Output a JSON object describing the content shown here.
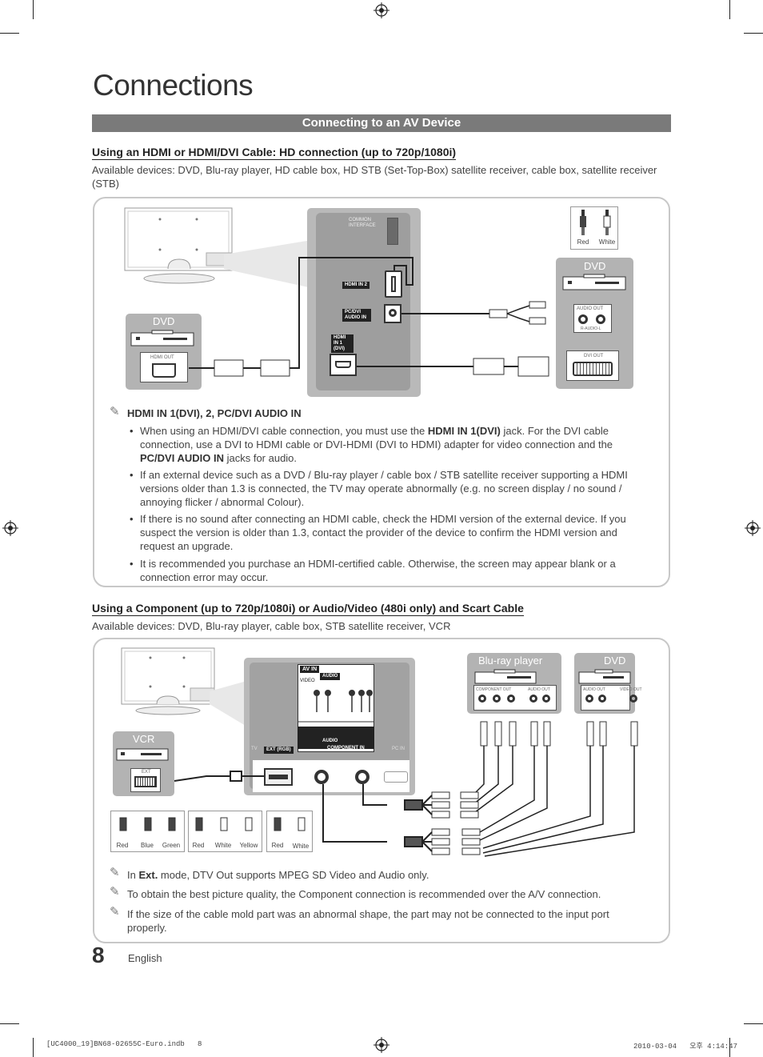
{
  "page": {
    "title": "Connections",
    "section_bar": "Connecting to an AV Device",
    "page_number": "8",
    "language": "English",
    "footer_file": "[UC4000_19]BN68-02655C-Euro.indb   8",
    "footer_date": "2010-03-04   오후 4:14:47"
  },
  "hdmi_section": {
    "heading": "Using an HDMI or HDMI/DVI Cable: HD connection (up to 720p/1080i)",
    "available": "Available devices: DVD, Blu-ray player, HD cable box, HD STB (Set-Top-Box) satellite receiver, cable box, satellite receiver (STB)",
    "diagram": {
      "dvd_left_title": "DVD",
      "dvd_left_port": "HDMI OUT",
      "dvd_right_title": "DVD",
      "dvd_right_audio": "AUDIO OUT",
      "dvd_right_audio_sub": "R-AUDIO-L",
      "dvd_right_dvi": "DVI OUT",
      "common_interface": "COMMON INTERFACE",
      "hdmi_in_2": "HDMI IN 2",
      "pc_dvi_audio": "PC/DVI AUDIO IN",
      "hdmi_in_1": "HDMI IN 1 (DVI)",
      "plug_red": "Red",
      "plug_white": "White"
    },
    "note_head": "HDMI IN 1(DVI), 2, PC/DVI AUDIO IN",
    "bullets": [
      {
        "pre": "When using an HDMI/DVI cable connection, you must use the ",
        "b1": "HDMI IN 1(DVI)",
        "mid": " jack. For the DVI cable connection, use a DVI to HDMI cable or DVI-HDMI (DVI to HDMI) adapter for video connection and the ",
        "b2": "PC/DVI AUDIO IN",
        "post": " jacks for audio."
      },
      {
        "text": "If an external device such as a DVD / Blu-ray player / cable box / STB satellite receiver supporting a HDMI versions older than 1.3 is connected, the TV may operate abnormally (e.g. no screen display / no sound / annoying flicker / abnormal Colour)."
      },
      {
        "text": "If there is no sound after connecting an HDMI cable, check the HDMI version of the external device. If you suspect the version is older than 1.3, contact the provider of the device to confirm the HDMI version and request an upgrade."
      },
      {
        "text": "It is recommended you purchase an HDMI-certified cable. Otherwise, the screen may appear blank or a connection error may occur."
      }
    ]
  },
  "component_section": {
    "heading": "Using a Component (up to 720p/1080i) or Audio/Video (480i only) and Scart Cable",
    "available": "Available devices: DVD, Blu-ray player, cable box, STB satellite receiver, VCR",
    "diagram": {
      "bluray_title": "Blu-ray player",
      "bluray_comp": "COMPONENT OUT",
      "bluray_audio": "AUDIO OUT",
      "dvd_title": "DVD",
      "dvd_audio": "AUDIO OUT",
      "dvd_video": "VIDEO OUT",
      "vcr_title": "VCR",
      "vcr_ext": "EXT",
      "av_in": "AV IN",
      "video": "VIDEO",
      "audio": "AUDIO",
      "audio2": "AUDIO",
      "component_in": "COMPONENT IN",
      "ext_rgb": "EXT (RGB)",
      "tv": "TV",
      "pc_in": "PC IN",
      "plug_groups": [
        [
          "Red",
          "Blue",
          "Green"
        ],
        [
          "Red",
          "White",
          "Yellow"
        ],
        [
          "Red",
          "White"
        ]
      ]
    },
    "notes": [
      {
        "pre": "In ",
        "b": "Ext.",
        "post": " mode, DTV Out supports MPEG SD Video and Audio only."
      },
      {
        "text": "To obtain the best picture quality, the Component connection is recommended over the A/V connection."
      },
      {
        "text": "If the size of the cable mold part was an abnormal shape, the part may not be connected to the input port properly."
      }
    ]
  },
  "colors": {
    "bar": "#7a7a7a",
    "device_panel": "#b3b3b3",
    "panel_border": "#c8c8c8",
    "tv_panel": "#b9b9b9"
  }
}
